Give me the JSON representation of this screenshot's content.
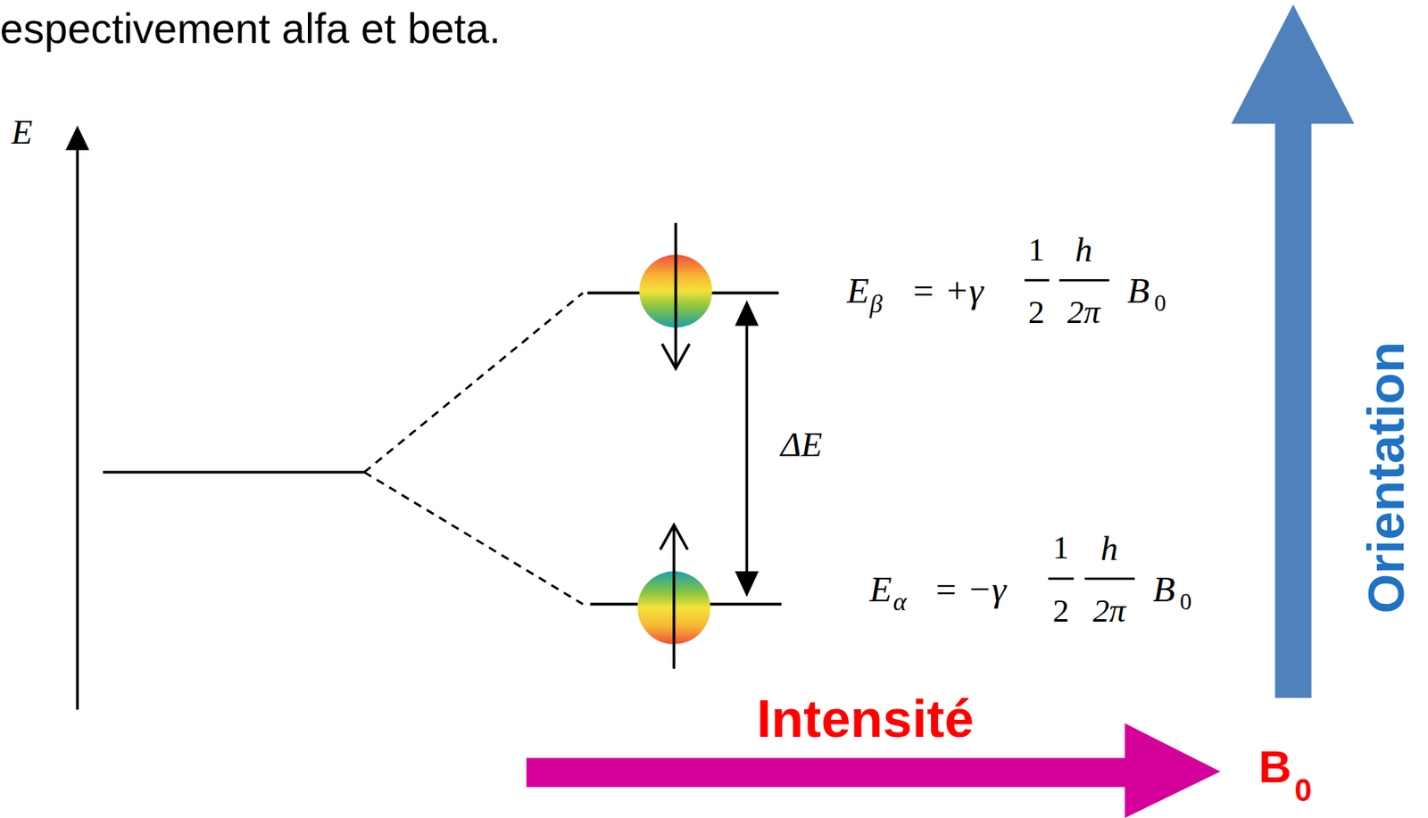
{
  "diagram": {
    "labels": [
      "espectivement alfa et beta.",
      "E",
      "ΔE",
      "E",
      "β",
      "= +γ",
      "1",
      "2",
      "h",
      "2π",
      "B",
      "0",
      "E",
      "α",
      "= −γ",
      "1",
      "2",
      "h",
      "2π",
      "B",
      "0",
      "Intensité",
      "Orientation",
      "B",
      "0"
    ]
  }
}
